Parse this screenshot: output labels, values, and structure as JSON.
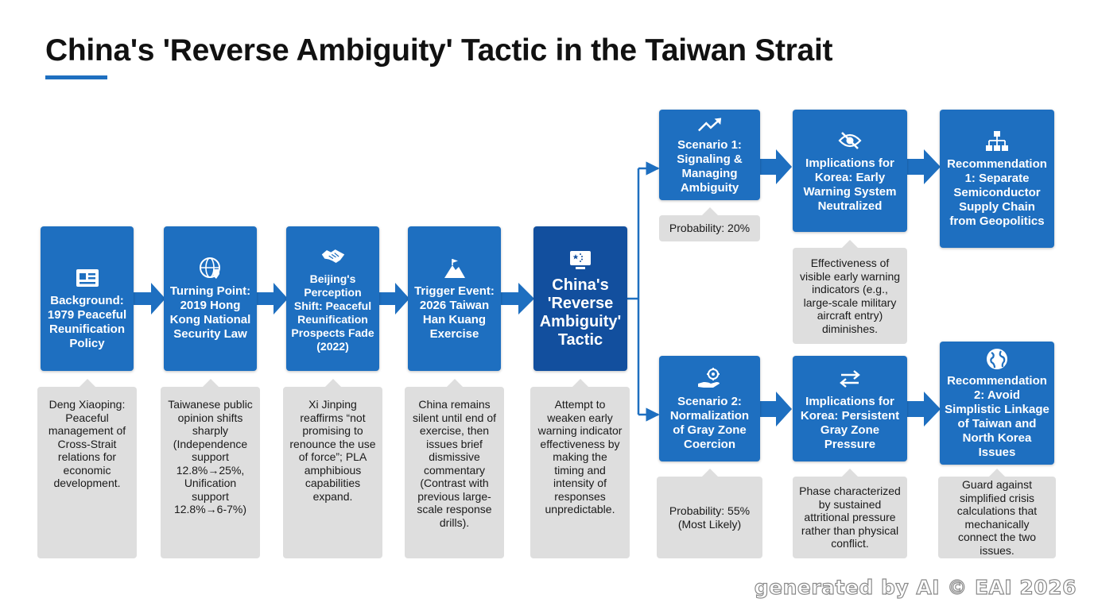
{
  "title": "China's 'Reverse Ambiguity' Tactic in the Taiwan Strait",
  "colors": {
    "accent": "#1e6fc0",
    "dark_accent": "#124f9e",
    "note_bg": "#dedede"
  },
  "flow": [
    {
      "label": "Background: 1979 Peaceful Reunification Policy",
      "icon": "document-icon",
      "note": "Deng Xiaoping: Peaceful management of Cross-Strait relations for economic development."
    },
    {
      "label": "Turning Point: 2019 Hong Kong National Security Law",
      "icon": "globe-shield-icon",
      "note": "Taiwanese public opinion shifts sharply (Independence support 12.8%→25%, Unification support 12.8%→6-7%)"
    },
    {
      "label": "Beijing's Perception Shift: Peaceful Reunification Prospects Fade (2022)",
      "icon": "handshake-icon",
      "note": "Xi Jinping reaffirms “not promising to renounce the use of force”; PLA amphibious capabilities expand."
    },
    {
      "label": "Trigger Event: 2026 Taiwan Han Kuang Exercise",
      "icon": "flag-mountain-icon",
      "note": "China remains silent until end of exercise, then issues brief dismissive commentary (Contrast with previous large-scale response drills)."
    },
    {
      "label": "China's 'Reverse Ambiguity' Tactic",
      "icon": "china-flag-icon",
      "note": "Attempt to weaken early warning indicator effectiveness by making the timing and intensity of responses unpredictable."
    }
  ],
  "scenarios": [
    {
      "label": "Scenario 1: Signaling & Managing Ambiguity",
      "icon": "trend-up-icon",
      "note": "Probability: 20%",
      "implication": {
        "label": "Implications for Korea: Early Warning System Neutralized",
        "icon": "eye-slash-icon",
        "note": "Effectiveness of visible early warning indicators (e.g., large-scale military aircraft entry) diminishes."
      },
      "recommendation": {
        "label": "Recommendation 1: Separate Semiconductor Supply Chain from Geopolitics",
        "icon": "hierarchy-icon",
        "note": ""
      }
    },
    {
      "label": "Scenario 2: Normalization of Gray Zone Coercion",
      "icon": "hand-gear-icon",
      "note": "Probability: 55% (Most Likely)",
      "implication": {
        "label": "Implications for Korea: Persistent Gray Zone Pressure",
        "icon": "arrows-exchange-icon",
        "note": "Phase characterized by sustained attritional pressure rather than physical conflict."
      },
      "recommendation": {
        "label": "Recommendation 2: Avoid Simplistic Linkage of Taiwan and North Korea Issues",
        "icon": "globe-icon",
        "note": "Guard against simplified crisis calculations that mechanically connect the two issues."
      }
    }
  ],
  "watermark": "generated by AI © EAI 2026"
}
